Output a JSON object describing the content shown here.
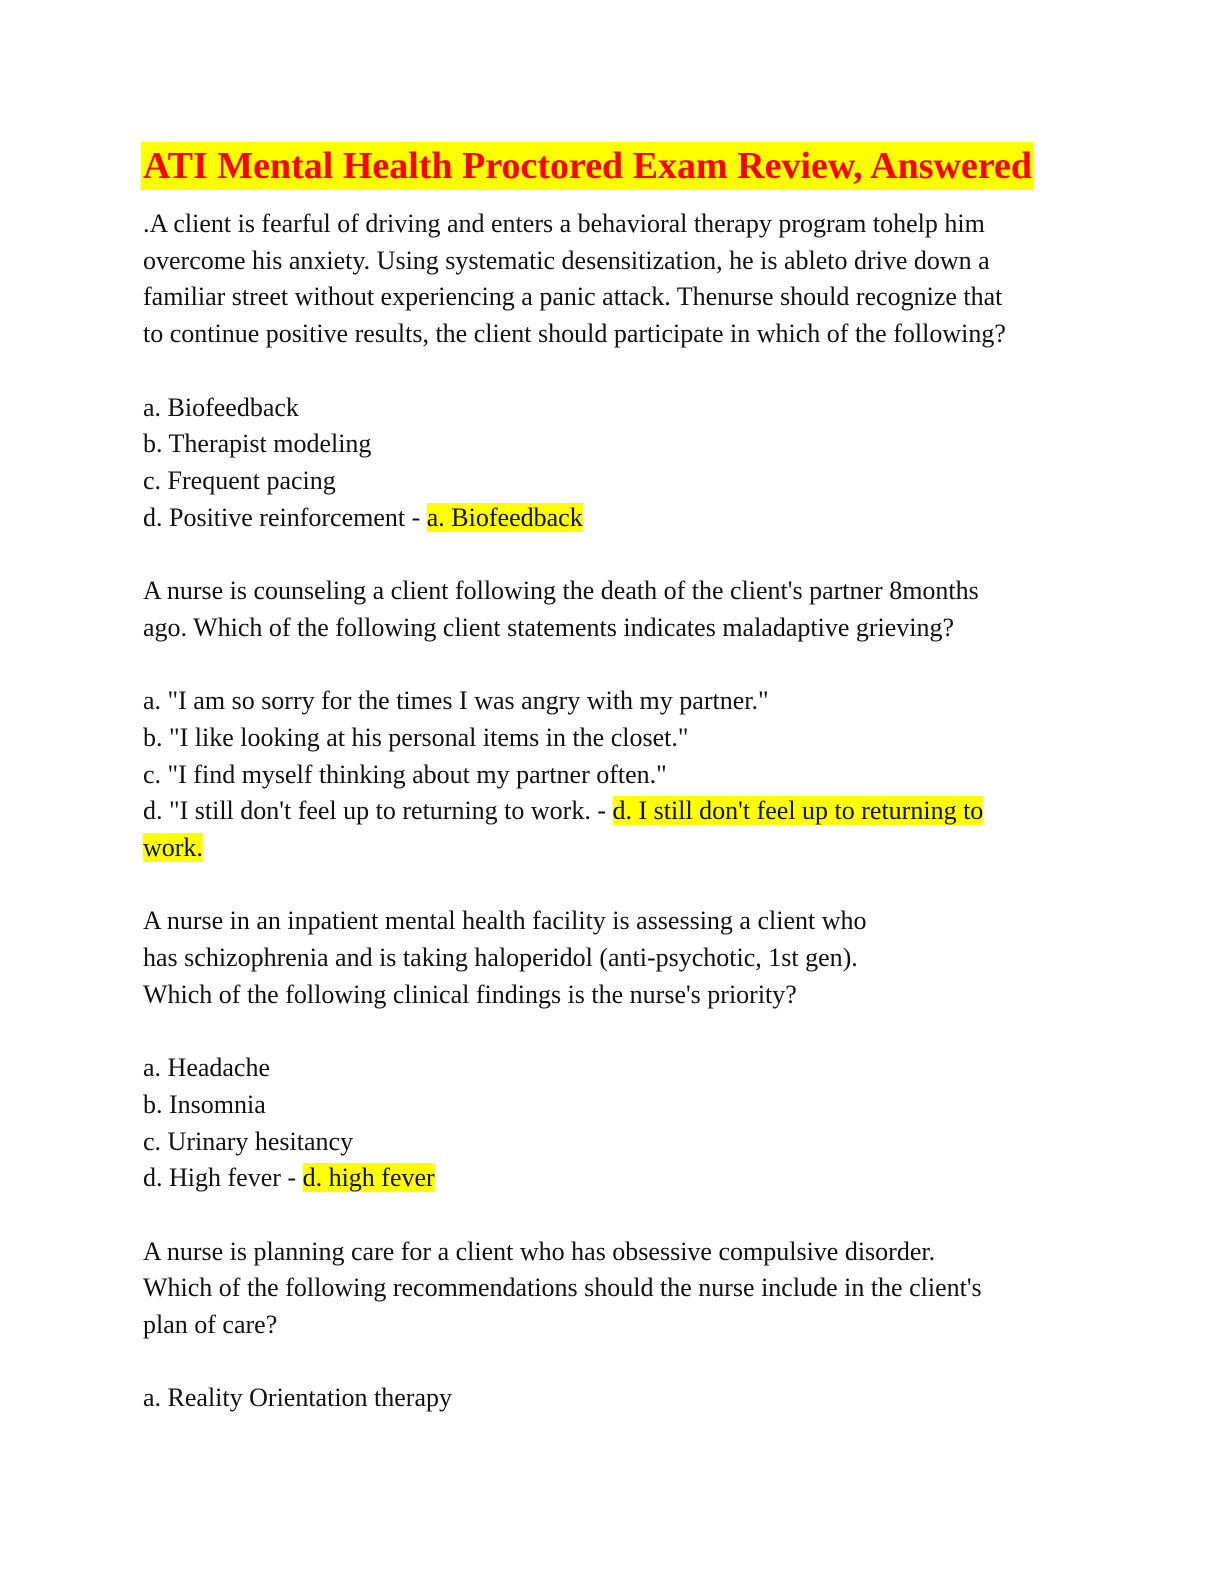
{
  "document": {
    "title": "ATI Mental Health Proctored Exam Review, Answered",
    "questions": [
      {
        "stem_lines": [
          ".A client is fearful of driving and enters a behavioral therapy program tohelp him",
          "overcome his anxiety. Using systematic desensitization, he is ableto drive down a",
          "familiar street without experiencing a panic attack. Thenurse should recognize that",
          "to continue positive results, the client should participate in which of the following?"
        ],
        "options": [
          "a. Biofeedback",
          "b. Therapist modeling",
          "c. Frequent pacing",
          "d. Positive reinforcement - "
        ],
        "answer": "a. Biofeedback"
      },
      {
        "stem_lines": [
          "A nurse is counseling a client following the death of the client's partner 8months",
          "ago. Which of the following client statements indicates maladaptive grieving?"
        ],
        "options": [
          "a. \"I am so sorry for the times I was angry with my partner.\"",
          "b. \"I like looking at his personal items in the closet.\"",
          "c. \"I find myself thinking about my partner often.\"",
          "d. \"I still don't feel up to returning to work. - "
        ],
        "answer_line1": "d. I still don't feel up to returning to",
        "answer_line2": "work."
      },
      {
        "stem_lines": [
          "A nurse in an inpatient mental health facility is assessing a client who",
          "has schizophrenia and is taking haloperidol (anti-psychotic, 1st gen).",
          "Which of the following clinical findings is the nurse's priority?"
        ],
        "options": [
          "a. Headache",
          "b. Insomnia",
          "c. Urinary hesitancy",
          "d. High fever - "
        ],
        "answer": "d. high fever"
      },
      {
        "stem_lines": [
          "A nurse is planning care for a client who has obsessive compulsive disorder.",
          "Which of the following recommendations should the nurse include in the client's",
          "plan of care?"
        ],
        "options": [
          "a. Reality Orientation therapy"
        ]
      }
    ]
  },
  "colors": {
    "title_text": "#ff0000",
    "highlight": "#ffff00",
    "body_text": "#111111"
  }
}
